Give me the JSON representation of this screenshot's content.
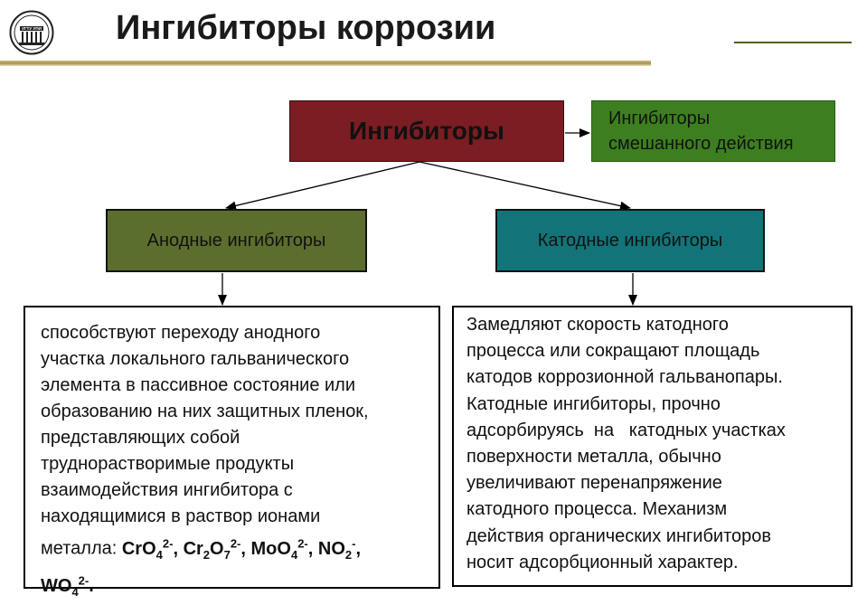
{
  "header": {
    "logo_text": "УГТУ УПИ",
    "title": "Ингибиторы коррозии"
  },
  "diagram": {
    "root": "Ингибиторы",
    "mixed_line1": "Ингибиторы",
    "mixed_line2": "смешанного действия",
    "anodic": "Анодные ингибиторы",
    "cathodic": "Катодные ингибиторы",
    "anodic_desc_lines": [
      "способствуют переходу анодного",
      "участка локального гальванического",
      "элемента в пассивное состояние или",
      "образованию на них защитных пленок,",
      "представляющих собой",
      "труднорастворимые продукты",
      "взаимодействия ингибитора с",
      "находящимися  в раствор ионами"
    ],
    "anodic_desc_last_prefix": "металла: ",
    "formulas": {
      "f1_base": "CrO",
      "f1_sub": "4",
      "f1_sup": "2-",
      "f1_sep": ", ",
      "f2_a": "Cr",
      "f2_sub1": "2",
      "f2_b": "O",
      "f2_sub2": "7",
      "f2_sup": "2-",
      "f2_sep": ", ",
      "f3_base": "MoO",
      "f3_sub": "4",
      "f3_sup": "2-",
      "f3_sep": ", ",
      "f4_base": "NO",
      "f4_sub": "2",
      "f4_sup": "-",
      "f4_sep": ",",
      "f5_base": "WO",
      "f5_sub": "4",
      "f5_sup": "2-",
      "f5_end": "."
    },
    "cathodic_desc_lines": [
      "Замедляют скорость катодного",
      "процесса или сокращают площадь",
      "катодов коррозионной гальванопары.",
      "Катодные ингибиторы, прочно",
      "адсорбируясь  на   катодных участках",
      "поверхности металла, обычно",
      "увеличивают перенапряжение",
      "катодного процесса. Механизм",
      "действия органических ингибиторов",
      "носит адсорбционный характер."
    ]
  }
}
